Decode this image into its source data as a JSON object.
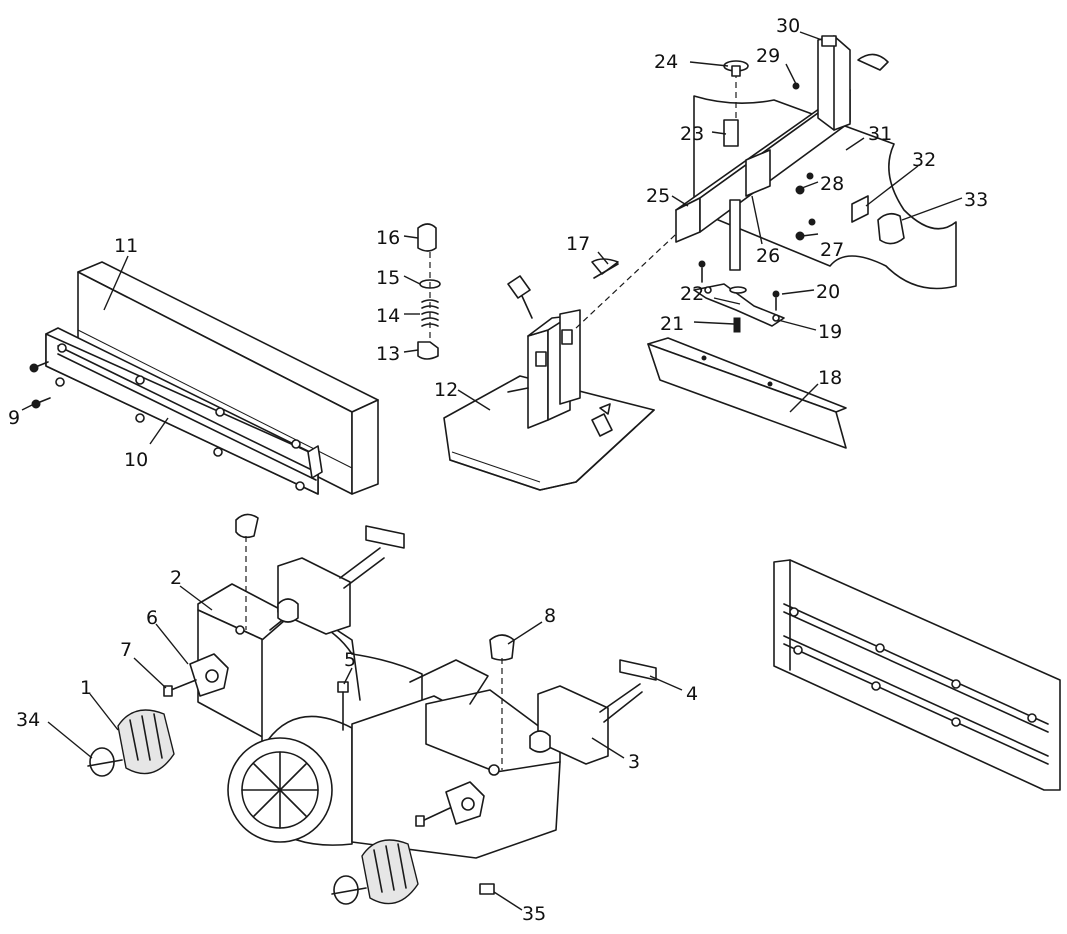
{
  "callouts": [
    {
      "id": "c1",
      "text": "1"
    },
    {
      "id": "c2",
      "text": "2"
    },
    {
      "id": "c3",
      "text": "3"
    },
    {
      "id": "c4",
      "text": "4"
    },
    {
      "id": "c5",
      "text": "5"
    },
    {
      "id": "c6",
      "text": "6"
    },
    {
      "id": "c7",
      "text": "7"
    },
    {
      "id": "c8",
      "text": "8"
    },
    {
      "id": "c9",
      "text": "9"
    },
    {
      "id": "c10",
      "text": "10"
    },
    {
      "id": "c11",
      "text": "11"
    },
    {
      "id": "c12",
      "text": "12"
    },
    {
      "id": "c13",
      "text": "13"
    },
    {
      "id": "c14",
      "text": "14"
    },
    {
      "id": "c15",
      "text": "15"
    },
    {
      "id": "c16",
      "text": "16"
    },
    {
      "id": "c17",
      "text": "17"
    },
    {
      "id": "c18",
      "text": "18"
    },
    {
      "id": "c19",
      "text": "19"
    },
    {
      "id": "c20",
      "text": "20"
    },
    {
      "id": "c21",
      "text": "21"
    },
    {
      "id": "c22",
      "text": "22"
    },
    {
      "id": "c23",
      "text": "23"
    },
    {
      "id": "c24",
      "text": "24"
    },
    {
      "id": "c25",
      "text": "25"
    },
    {
      "id": "c26",
      "text": "26"
    },
    {
      "id": "c27",
      "text": "27"
    },
    {
      "id": "c28",
      "text": "28"
    },
    {
      "id": "c29",
      "text": "29"
    },
    {
      "id": "c30",
      "text": "30"
    },
    {
      "id": "c31",
      "text": "31"
    },
    {
      "id": "c32",
      "text": "32"
    },
    {
      "id": "c33",
      "text": "33"
    },
    {
      "id": "c34",
      "text": "34"
    },
    {
      "id": "c35",
      "text": "35"
    }
  ]
}
